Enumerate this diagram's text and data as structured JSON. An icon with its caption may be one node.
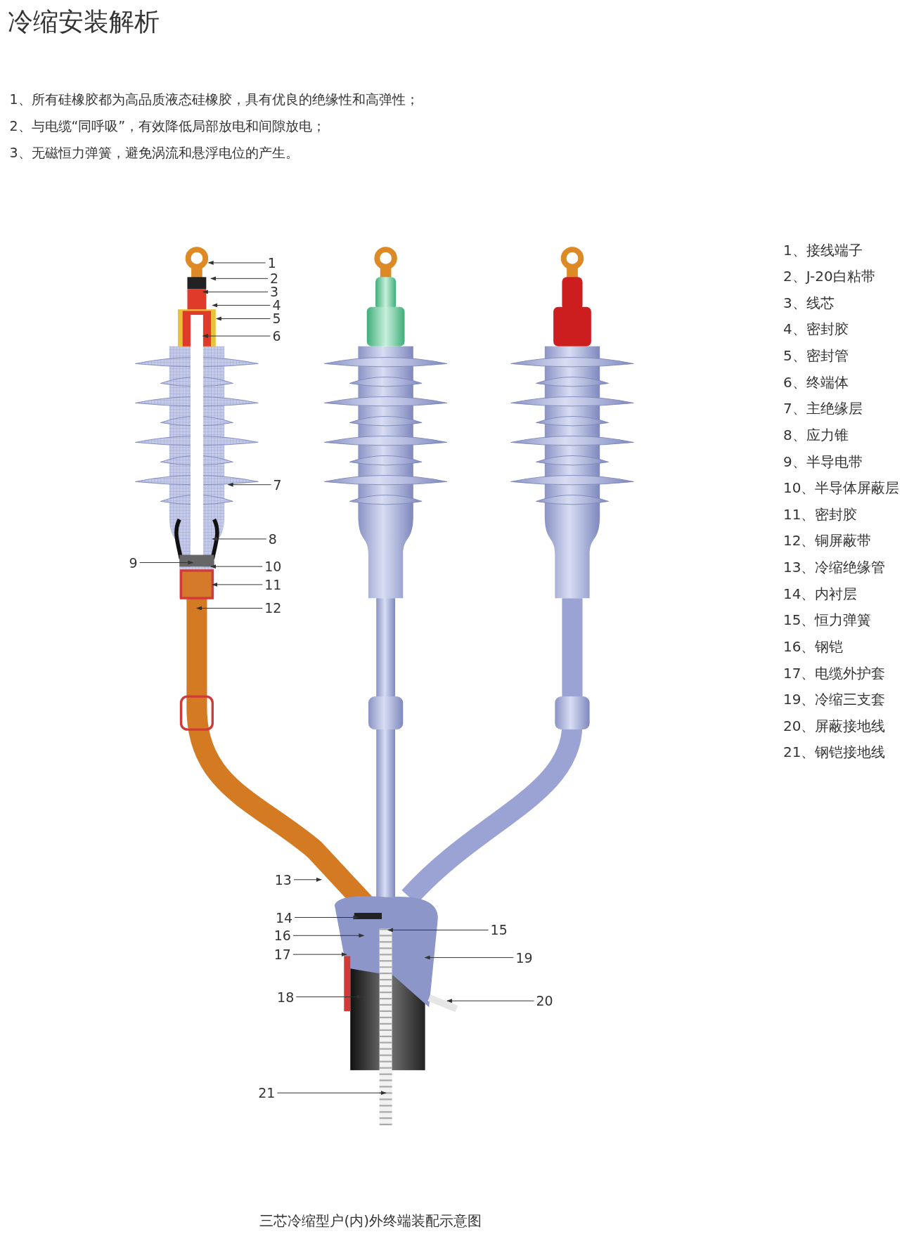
{
  "diagram": {
    "title": "冷缩安装解析",
    "caption": "三芯冷缩型户(内)外终端装配示意图",
    "nodes": [
      {
        "text": [
          "1"
        ]
      },
      {
        "text": [
          "2"
        ]
      },
      {
        "text": [
          "3"
        ]
      },
      {
        "text": [
          "4"
        ]
      },
      {
        "text": [
          "5"
        ]
      },
      {
        "text": [
          "6"
        ]
      },
      {
        "text": [
          "7"
        ]
      },
      {
        "text": [
          "8"
        ]
      },
      {
        "text": [
          "9"
        ]
      },
      {
        "text": [
          "10"
        ]
      },
      {
        "text": [
          "11"
        ]
      },
      {
        "text": [
          "12"
        ]
      },
      {
        "text": [
          "13"
        ]
      },
      {
        "text": [
          "14"
        ]
      },
      {
        "text": [
          "15"
        ]
      },
      {
        "text": [
          "16"
        ]
      },
      {
        "text": [
          "17"
        ]
      },
      {
        "text": [
          "18"
        ]
      },
      {
        "text": [
          "19"
        ]
      },
      {
        "text": [
          "20"
        ]
      },
      {
        "text": [
          "21"
        ]
      }
    ],
    "edges": [
      {
        "from": 0,
        "to": null,
        "arrow": "to"
      },
      {
        "from": 1,
        "to": null,
        "arrow": "to"
      },
      {
        "from": 2,
        "to": null,
        "arrow": "to"
      },
      {
        "from": 3,
        "to": null,
        "arrow": "to"
      },
      {
        "from": 4,
        "to": null,
        "arrow": "to"
      },
      {
        "from": 5,
        "to": null,
        "arrow": "to"
      },
      {
        "from": 6,
        "to": null,
        "arrow": "to"
      },
      {
        "from": 7,
        "to": null,
        "arrow": "to"
      },
      {
        "from": 8,
        "to": null,
        "arrow": "to"
      },
      {
        "from": 9,
        "to": null,
        "arrow": "to"
      },
      {
        "from": 10,
        "to": null,
        "arrow": "to"
      },
      {
        "from": 11,
        "to": null,
        "arrow": "to"
      },
      {
        "from": 12,
        "to": null,
        "arrow": "to"
      },
      {
        "from": 13,
        "to": null,
        "arrow": "to"
      },
      {
        "from": 14,
        "to": null,
        "arrow": "to"
      },
      {
        "from": 15,
        "to": null,
        "arrow": "to"
      },
      {
        "from": 16,
        "to": null,
        "arrow": "to"
      },
      {
        "from": 17,
        "to": null,
        "arrow": "to"
      },
      {
        "from": 18,
        "to": null,
        "arrow": "to"
      },
      {
        "from": 19,
        "to": null,
        "arrow": "to"
      },
      {
        "from": 20,
        "to": null,
        "arrow": "to"
      }
    ],
    "labels": [
      "1、所有硅橡胶都为高品质液态硅橡胶，具有优良的绝缘性和高弹性；",
      "2、与电缆“同呼吸”，有效降低局部放电和间隙放电；",
      "3、无磁恒力弹簧，避免涡流和悬浮电位的产生。",
      "1、接线端子",
      "2、J-20白粘带",
      "3、线芯",
      "4、密封胶",
      "5、密封管",
      "6、终端体",
      "7、主绝缘层",
      "8、应力锥",
      "9、半导电带",
      "10、半导体屏蔽层",
      "11、密封胶",
      "12、铜屏蔽带",
      "13、冷缩绝缘管",
      "14、内衬层",
      "15、恒力弹簧",
      "16、钢铠",
      "17、电缆外护套",
      "19、冷缩三支套",
      "20、屏蔽接地线",
      "21、钢铠接地线"
    ]
  }
}
